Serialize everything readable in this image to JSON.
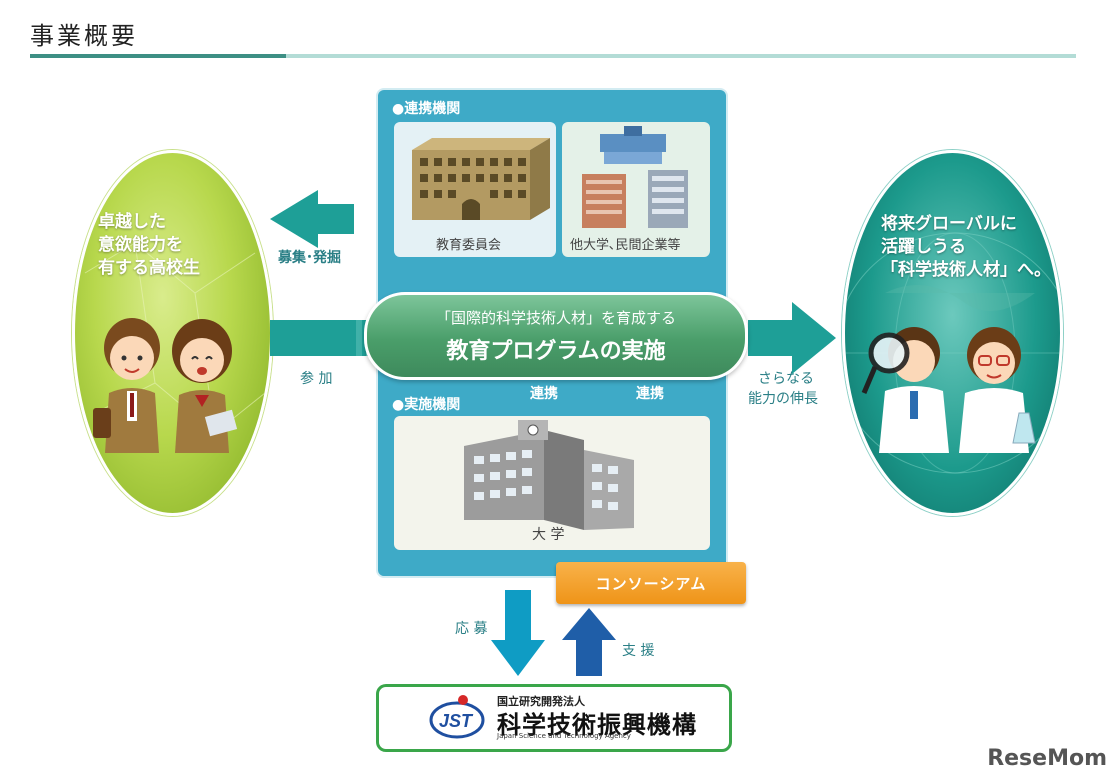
{
  "title": "事業概要",
  "left_ellipse": {
    "lines": [
      "卓越した",
      "意欲能力を",
      "有する高校生"
    ]
  },
  "right_ellipse": {
    "lines": [
      "将来グローバルに",
      "活躍しうる",
      "「科学技術人材」へ。"
    ]
  },
  "center": {
    "label_partners": "●連携機関",
    "label_impl": "●実施機関",
    "card_board": "教育委員会",
    "card_univ": "他大学､民間企業等",
    "card_daigaku": "大 学",
    "pill_line1": "「国際的科学技術人材」を育成する",
    "pill_line2": "教育プログラムの実施",
    "link_left": "連携",
    "link_right": "連携"
  },
  "arrows": {
    "recruit": "募集･発掘",
    "participate": "参 加",
    "growth_line1": "さらなる",
    "growth_line2": "能力の伸長",
    "apply": "応 募",
    "support": "支 援"
  },
  "consortium": "コンソーシアム",
  "jst": {
    "sub": "国立研究開発法人",
    "name": "科学技術振興機構",
    "english": "Japan Science and Technology Agency",
    "logo_text": "JST"
  },
  "watermark": "ReseMom",
  "colors": {
    "teal": "#1c9a8c",
    "panel_blue": "#3eaac7",
    "arrow_teal": "#1e9f97",
    "arrow_blue": "#0f9cc4",
    "arrow_navy": "#1f5ea8",
    "green_pill": "#4a9e6a",
    "orange": "#ef9418",
    "lime": "#b8d84d"
  }
}
